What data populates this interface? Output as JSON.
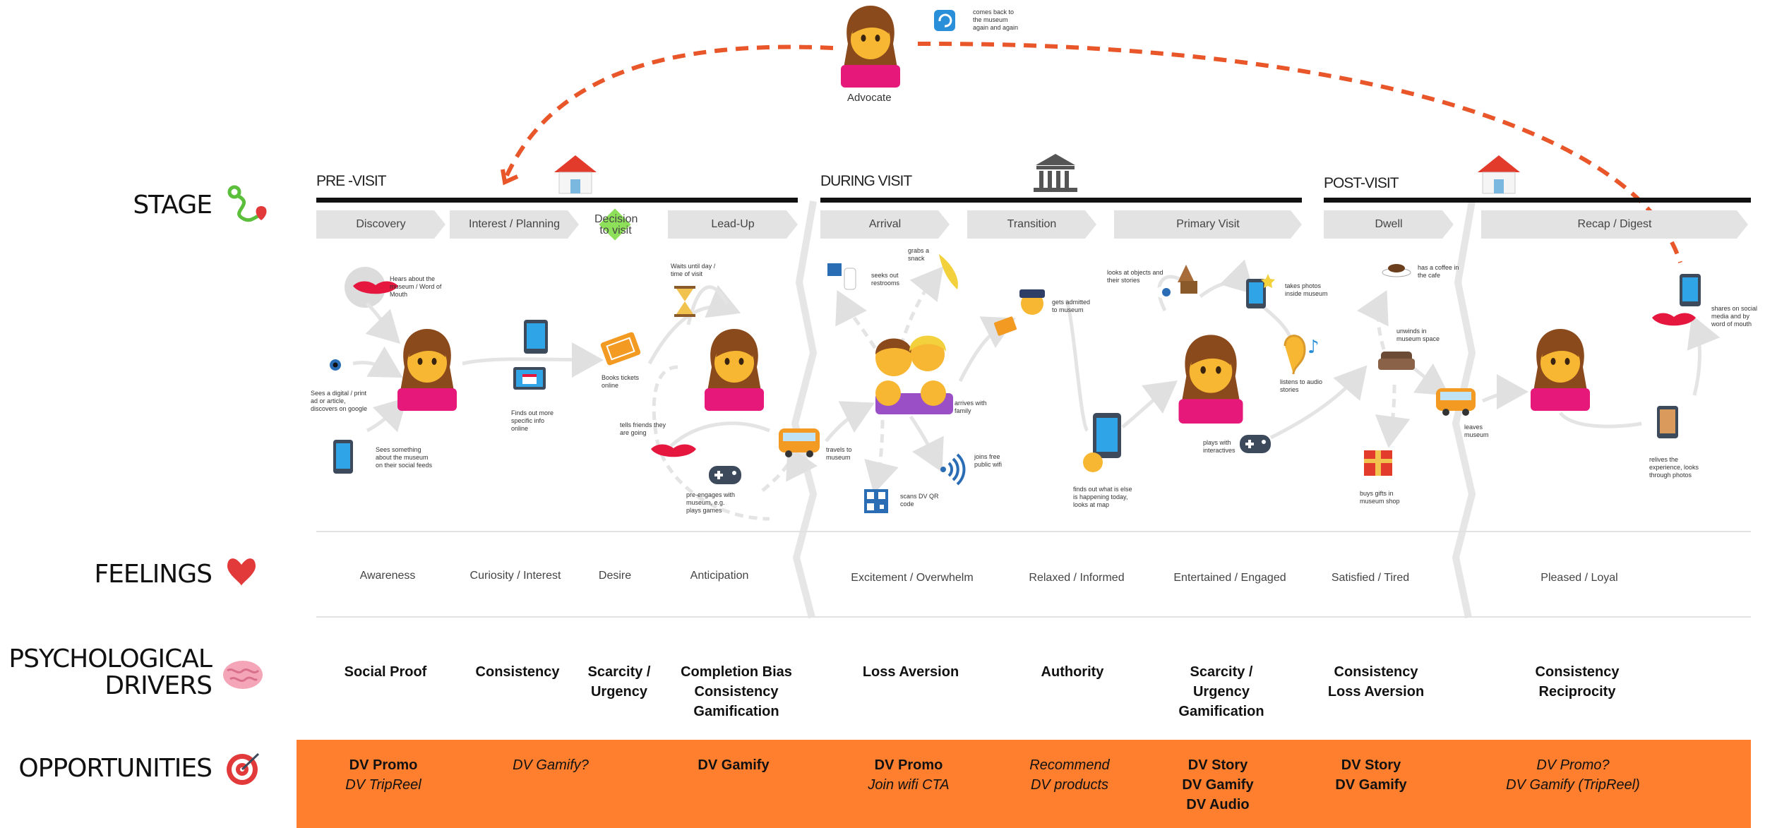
{
  "advocate": {
    "label": "Advocate",
    "note": "comes back to the museum again and again"
  },
  "rows": {
    "stage": "STAGE",
    "feelings": "FEELINGS",
    "drivers_line1": "PSYCHOLOGICAL",
    "drivers_line2": "DRIVERS",
    "opportunities": "OPPORTUNITIES"
  },
  "phases": [
    {
      "title": "PRE -VISIT"
    },
    {
      "title": "DURING VISIT"
    },
    {
      "title": "POST-VISIT"
    }
  ],
  "steps": [
    {
      "label": "Discovery"
    },
    {
      "label": "Interest / Planning"
    },
    {
      "label": "Decision to visit"
    },
    {
      "label": "Lead-Up"
    },
    {
      "label": "Arrival"
    },
    {
      "label": "Transition"
    },
    {
      "label": "Primary Visit"
    },
    {
      "label": "Dwell"
    },
    {
      "label": "Recap /  Digest"
    }
  ],
  "notes": {
    "word_of_mouth": "Hears about the museum / Word of Mouth",
    "digital_ad": "Sees a digital / print ad or article, discovers on google",
    "social_feeds": "Sees something about the museum on their social feeds",
    "specific_info": "Finds out more specific info online",
    "books_tickets": "Books tickets online",
    "waits": "Waits until day / time of visit",
    "tells_friends": "tells friends they are going",
    "pre_engages": "pre-engages with museum, e.g. plays games",
    "restrooms": "seeks out restrooms",
    "snack": "grabs a snack",
    "travels": "travels to museum",
    "arrives": "arrives with family",
    "wifi": "joins free public wifi",
    "qr": "scans DV QR code",
    "admitted": "gets admitted to museum",
    "finds_out": "finds out what is else is happening today, looks at map",
    "looks_objects": "looks at objects and their stories",
    "photos": "takes photos inside museum",
    "audio": "listens to audio stories",
    "interactives": "plays with interactives",
    "coffee": "has a coffee in the cafe",
    "unwinds": "unwinds in museum space",
    "gifts": "buys gifts in museum shop",
    "leaves": "leaves museum",
    "shares": "shares on social media and by word of mouth",
    "relives": "relives the experience, looks through photos"
  },
  "feelings": [
    "Awareness",
    "Curiosity / Interest",
    "Desire",
    "Anticipation",
    "Excitement / Overwhelm",
    "Relaxed / Informed",
    "Entertained / Engaged",
    "Satisfied / Tired",
    "Pleased / Loyal"
  ],
  "drivers": [
    [
      "Social Proof"
    ],
    [
      "Consistency"
    ],
    [
      "Scarcity /",
      "Urgency"
    ],
    [
      "Completion Bias",
      "Consistency",
      "Gamification"
    ],
    [
      "Loss Aversion"
    ],
    [
      "Authority"
    ],
    [
      "Scarcity /",
      "Urgency",
      "Gamification"
    ],
    [
      "Consistency",
      "Loss Aversion"
    ],
    [
      "Consistency",
      "Reciprocity"
    ]
  ],
  "opportunities": [
    [
      {
        "t": "DV Promo",
        "s": "b"
      },
      {
        "t": "DV TripReel",
        "s": "i"
      }
    ],
    [
      {
        "t": "DV Gamify?",
        "s": "i"
      }
    ],
    [
      {
        "t": "DV Gamify",
        "s": "b"
      }
    ],
    [
      {
        "t": "DV Promo",
        "s": "b"
      },
      {
        "t": "Join wifi CTA",
        "s": "i"
      }
    ],
    [
      {
        "t": "Recommend",
        "s": "i"
      },
      {
        "t": "DV products",
        "s": "i"
      }
    ],
    [
      {
        "t": "DV Story",
        "s": "b"
      },
      {
        "t": "DV Gamify",
        "s": "b"
      },
      {
        "t": "DV Audio",
        "s": "b"
      }
    ],
    [
      {
        "t": "DV Story",
        "s": "b"
      },
      {
        "t": "DV Gamify",
        "s": "b"
      }
    ],
    [
      {
        "t": "DV Promo?",
        "s": "i"
      },
      {
        "t": "DV Gamify (TripReel)",
        "s": "i"
      }
    ]
  ],
  "colors": {
    "accent_orange": "#ff7f2e",
    "arrow_orange": "#e8562a",
    "chevron_gray": "#e3e3e3",
    "skin": "#f7b733",
    "hair": "#8b4a1c",
    "shirt": "#e6197b"
  }
}
